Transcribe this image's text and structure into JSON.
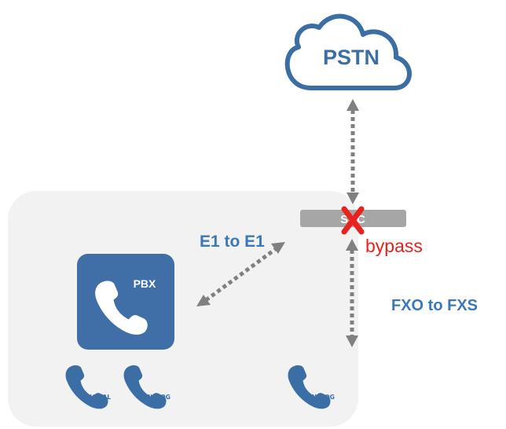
{
  "cloud": {
    "label": "PSTN",
    "color": "#3a6ea5"
  },
  "pbx": {
    "label": "PBX",
    "color": "#3f6fa6"
  },
  "sbc": {
    "label": "SBC",
    "strike_color": "#e8221c"
  },
  "labels": {
    "e1": "E1 to E1",
    "bypass": "bypass",
    "fxo_fxs": "FXO to FXS"
  },
  "phones": [
    {
      "label": "DIGITAL"
    },
    {
      "label": "ANALOG"
    },
    {
      "label": "ANALOG"
    }
  ],
  "colors": {
    "accent_blue": "#3a78b8",
    "arrow_gray": "#808080",
    "panel_bg": "#f2f2f2",
    "red": "#e8221c"
  }
}
